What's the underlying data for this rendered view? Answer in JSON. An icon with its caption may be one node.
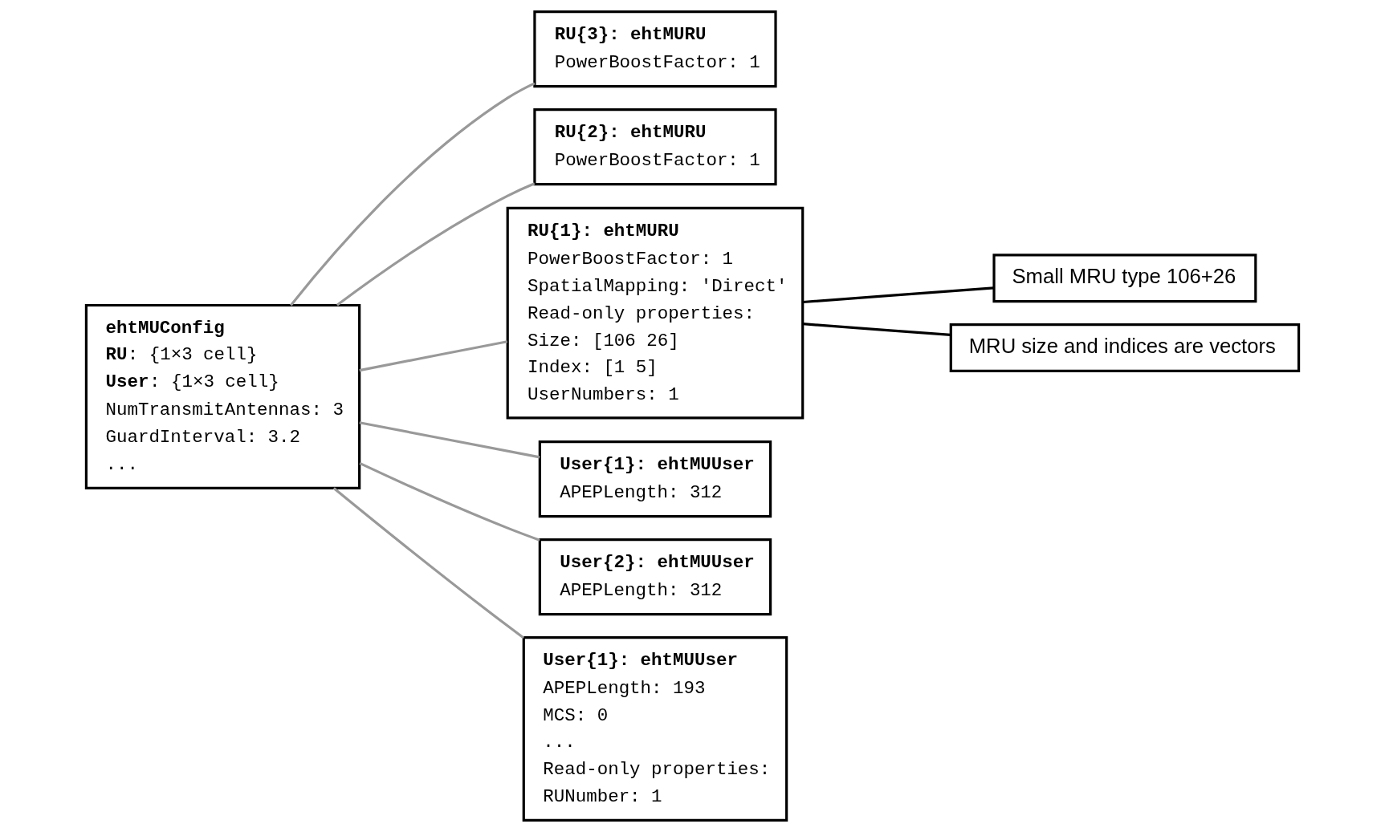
{
  "diagram": {
    "nodes": [
      {
        "text": [
          "ehtMUConfig",
          "**RU**: {1×3 cell}",
          "**User**: {1×3 cell}",
          "NumTransmitAntennas: 3",
          "GuardInterval: 3.2",
          "..."
        ]
      },
      {
        "text": [
          "RU{3}: ehtMURU",
          "PowerBoostFactor: 1"
        ]
      },
      {
        "text": [
          "RU{2}: ehtMURU",
          "PowerBoostFactor: 1"
        ]
      },
      {
        "text": [
          "RU{1}: ehtMURU",
          "PowerBoostFactor: 1",
          "SpatialMapping: 'Direct'",
          "Read-only properties:",
          "Size: [106 26]",
          "Index: [1 5]",
          "UserNumbers: 1"
        ]
      },
      {
        "text": [
          "Small MRU type 106+26"
        ]
      },
      {
        "text": [
          "MRU size and indices are vectors"
        ]
      },
      {
        "text": [
          "User{1}: ehtMUUser",
          "APEPLength: 312"
        ]
      },
      {
        "text": [
          "User{2}: ehtMUUser",
          "APEPLength: 312"
        ]
      },
      {
        "text": [
          "User{1}: ehtMUUser",
          "APEPLength: 193",
          "MCS: 0",
          "...",
          "Read-only properties:",
          "RUNumber: 1"
        ]
      }
    ],
    "edges": [
      {
        "from": 0,
        "to": 1,
        "arrow": "none"
      },
      {
        "from": 0,
        "to": 2,
        "arrow": "none"
      },
      {
        "from": 0,
        "to": 3,
        "arrow": "none"
      },
      {
        "from": 0,
        "to": 6,
        "arrow": "none"
      },
      {
        "from": 0,
        "to": 7,
        "arrow": "none"
      },
      {
        "from": 0,
        "to": 8,
        "arrow": "none"
      },
      {
        "from": 4,
        "to": 3,
        "arrow": "none",
        "color": "#000000"
      },
      {
        "from": 5,
        "to": 3,
        "arrow": "none",
        "color": "#000000"
      }
    ]
  }
}
